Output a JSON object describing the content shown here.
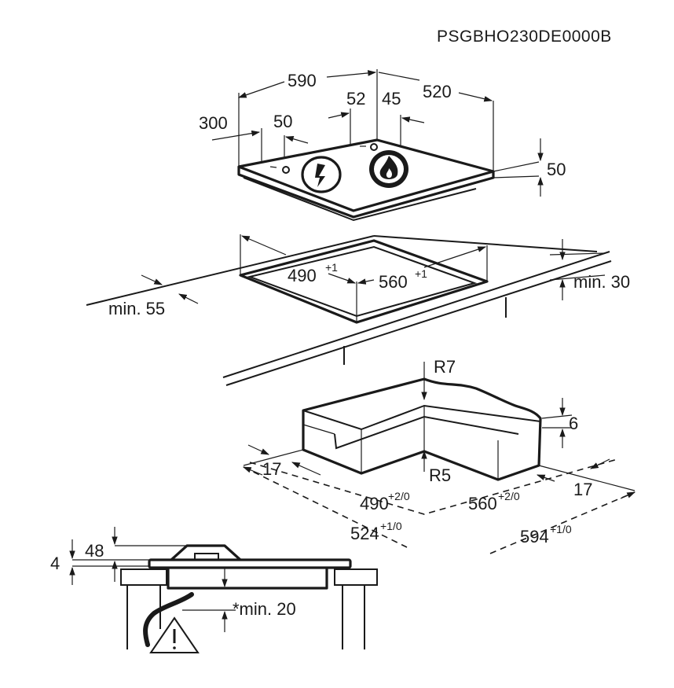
{
  "model_code": "PSGBHO230DE0000B",
  "hob": {
    "width": "590",
    "depth": "520",
    "offset_left": "52",
    "offset_right": "45",
    "edge_300": "300",
    "edge_50": "50",
    "height": "50",
    "icons": [
      "electric-zone-icon",
      "gas-flame-icon"
    ]
  },
  "cutout": {
    "depth": "490",
    "depth_tol": "+1",
    "width": "560",
    "width_tol": "+1",
    "front_min": "min. 55",
    "rear_min": "min. 30"
  },
  "frame": {
    "r_outer": "R7",
    "r_inner": "R5",
    "step": "6",
    "margin_left": "17",
    "margin_right": "17",
    "depth": "490",
    "depth_tol": "+2/0",
    "width": "560",
    "width_tol": "+2/0",
    "outer_depth": "524",
    "outer_depth_tol": "+1/0",
    "outer_width": "594",
    "outer_width_tol": "+1/0"
  },
  "section": {
    "burner_height": "48",
    "glass": "4",
    "clearance": "*min. 20",
    "warning_icon": "warning-triangle-icon"
  }
}
